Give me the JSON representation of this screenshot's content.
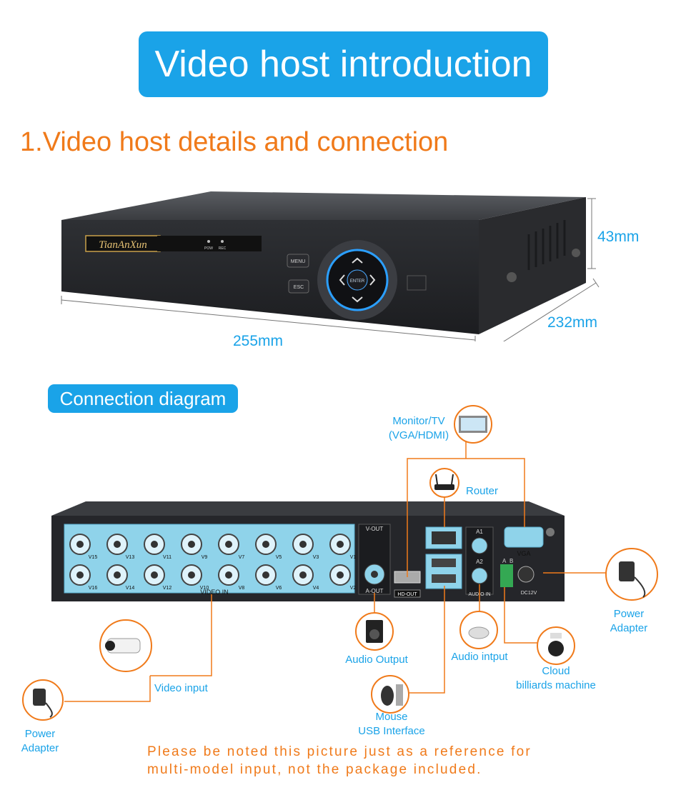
{
  "banner": {
    "title": "Video host introduction"
  },
  "section": {
    "title": "1.Video host details and connection"
  },
  "front": {
    "brand": "TianAnXun",
    "led_pow": "POW",
    "led_rec": "REC",
    "menu_label": "MENU",
    "esc_label": "ESC",
    "enter_label": "ENTER",
    "height_label": "43mm",
    "depth_label": "232mm",
    "width_label": "255mm"
  },
  "connection": {
    "title": "Connection diagram",
    "ports": {
      "video_top": [
        "V15",
        "V13",
        "V11",
        "V9",
        "V7",
        "V5",
        "V3",
        "V1"
      ],
      "video_bottom": [
        "V16",
        "V14",
        "V12",
        "V10",
        "V8",
        "V6",
        "V4",
        "V2"
      ],
      "video_in": "VIDEO IN",
      "v_out": "V-OUT",
      "a_out": "A-OUT",
      "hd_out": "HD-OUT",
      "a1": "A1",
      "a2": "A2",
      "audio_in": "AUDIO IN",
      "vga": "VGA",
      "dc12v": "DC12V",
      "a": "A",
      "b": "B"
    },
    "devices": {
      "monitor": [
        "Monitor/TV",
        "(VGA/HDMI)"
      ],
      "router": "Router",
      "power_right": [
        "Power",
        "Adapter"
      ],
      "audio_output": "Audio Output",
      "audio_input": "Audio intput",
      "cloud": [
        "Cloud",
        "billiards machine"
      ],
      "video_input": "Video input",
      "mouse": [
        "Mouse",
        "USB Interface"
      ],
      "power_left": [
        "Power",
        "Adapter"
      ]
    }
  },
  "note": {
    "line1": "Please be noted this picture just as a reference for",
    "line2": "multi-model input, not the package included."
  }
}
